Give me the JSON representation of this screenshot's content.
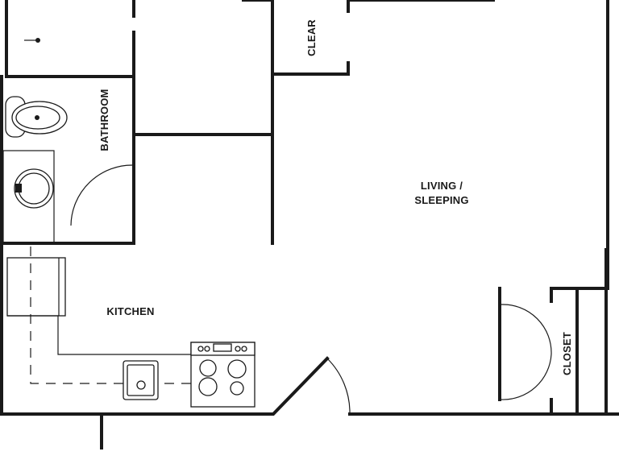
{
  "rooms": {
    "bathroom": "BATHROOM",
    "clear": "CLEAR",
    "living_line1": "LIVING /",
    "living_line2": "SLEEPING",
    "kitchen": "KITCHEN",
    "closet": "CLOSET"
  }
}
